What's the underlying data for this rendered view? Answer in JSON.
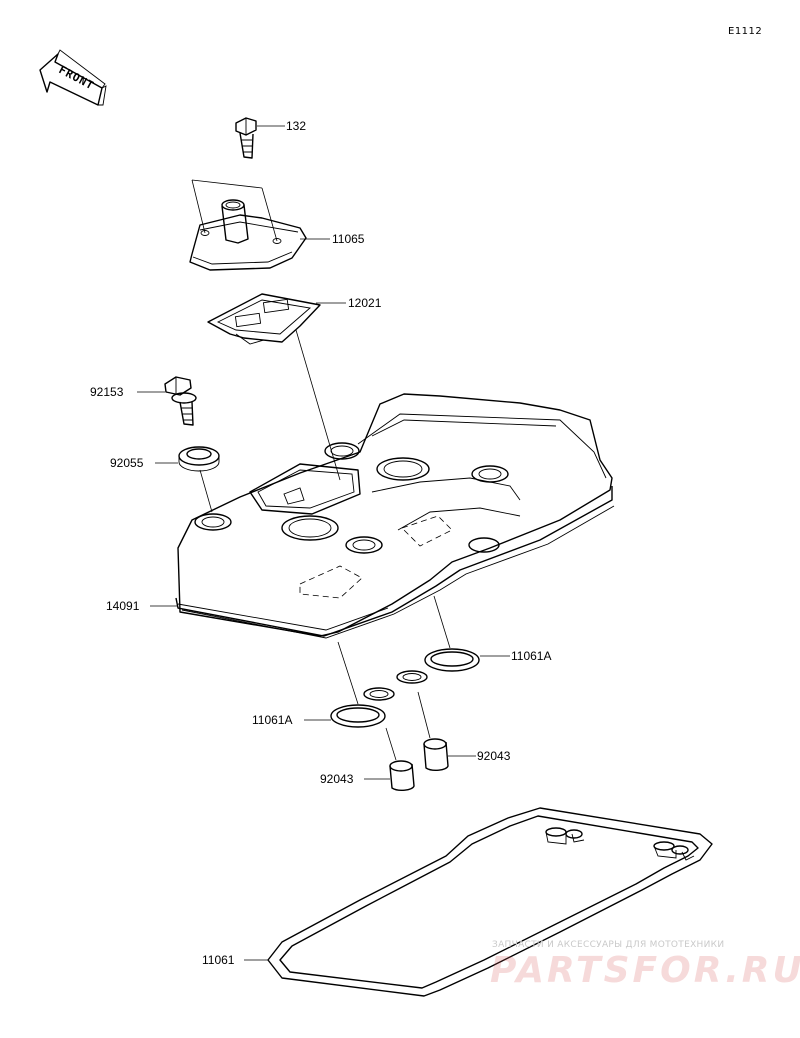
{
  "diagram_code": "E1112",
  "front_indicator": "FRONT",
  "parts": [
    {
      "id": "132",
      "label": "132"
    },
    {
      "id": "11065",
      "label": "11065"
    },
    {
      "id": "12021",
      "label": "12021"
    },
    {
      "id": "92153",
      "label": "92153"
    },
    {
      "id": "92055",
      "label": "92055"
    },
    {
      "id": "14091",
      "label": "14091"
    },
    {
      "id": "11061A-right",
      "label": "11061A"
    },
    {
      "id": "11061A-left",
      "label": "11061A"
    },
    {
      "id": "92043-right",
      "label": "92043"
    },
    {
      "id": "92043-left",
      "label": "92043"
    },
    {
      "id": "11061",
      "label": "11061"
    }
  ],
  "watermark": {
    "subtitle": "ЗАПЧАСТИ И АКСЕССУАРЫ ДЛЯ МОТОТЕХНИКИ",
    "brand": "PARTSFOR.RU",
    "color": "#d65656"
  }
}
